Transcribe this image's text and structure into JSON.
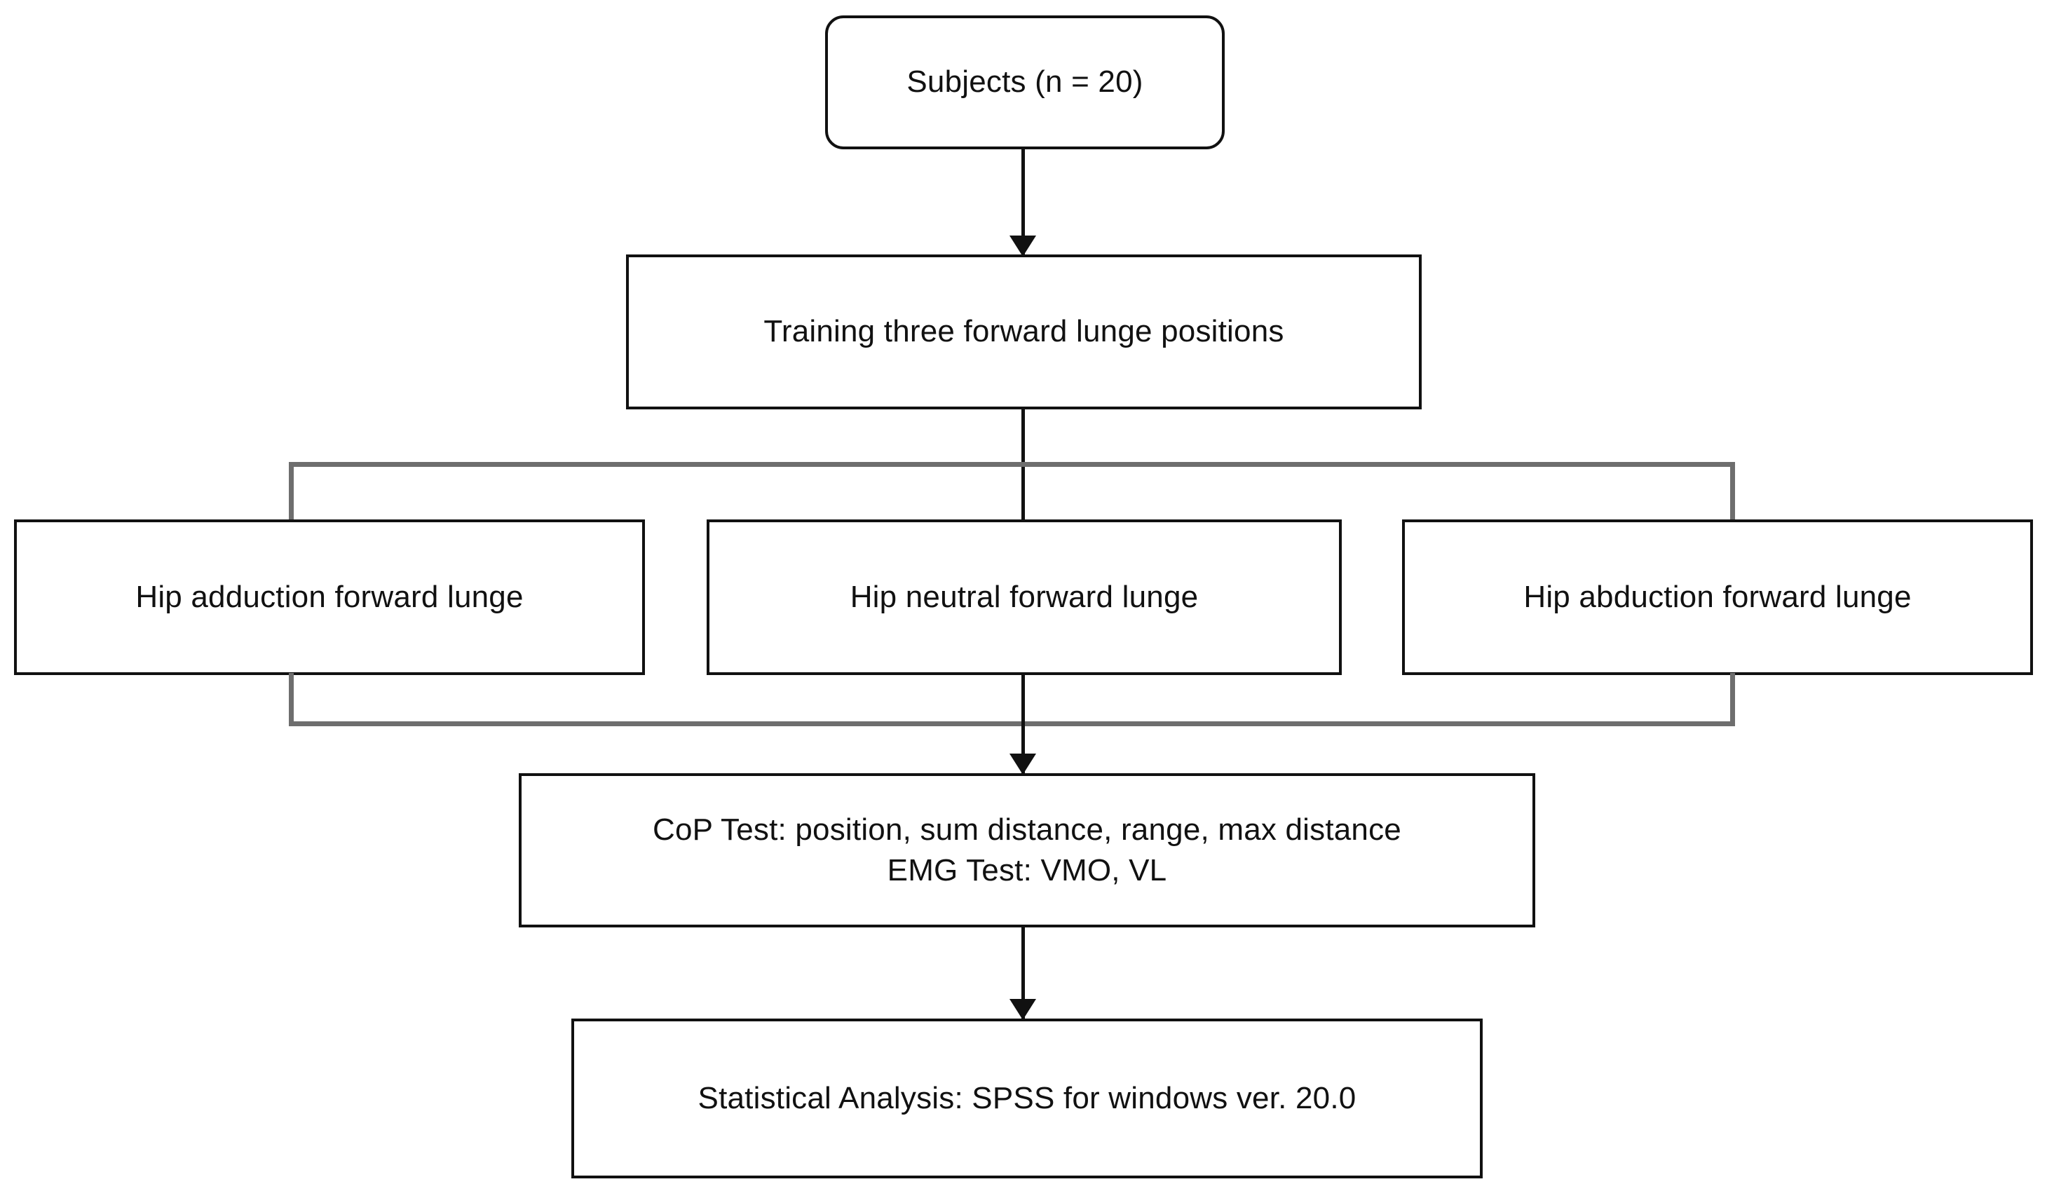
{
  "diagram": {
    "type": "flowchart",
    "orientation": "top-to-bottom",
    "background_color": "#ffffff",
    "node_border_color": "#111111",
    "connector_color": "#111111",
    "bracket_color": "#6e6e6e",
    "nodes": {
      "subjects": {
        "text": "Subjects (n = 20)",
        "shape": "rounded-rectangle"
      },
      "training": {
        "text": "Training three forward lunge positions",
        "shape": "rectangle"
      },
      "adduction": {
        "text": "Hip adduction forward lunge",
        "shape": "rectangle"
      },
      "neutral": {
        "text": "Hip neutral forward lunge",
        "shape": "rectangle"
      },
      "abduction": {
        "text": "Hip abduction forward lunge",
        "shape": "rectangle"
      },
      "tests": {
        "line1": "CoP Test: position, sum distance, range, max distance",
        "line2": "EMG Test: VMO, VL",
        "shape": "rectangle"
      },
      "stats": {
        "text": "Statistical Analysis: SPSS for windows ver. 20.0",
        "shape": "rectangle"
      }
    }
  }
}
